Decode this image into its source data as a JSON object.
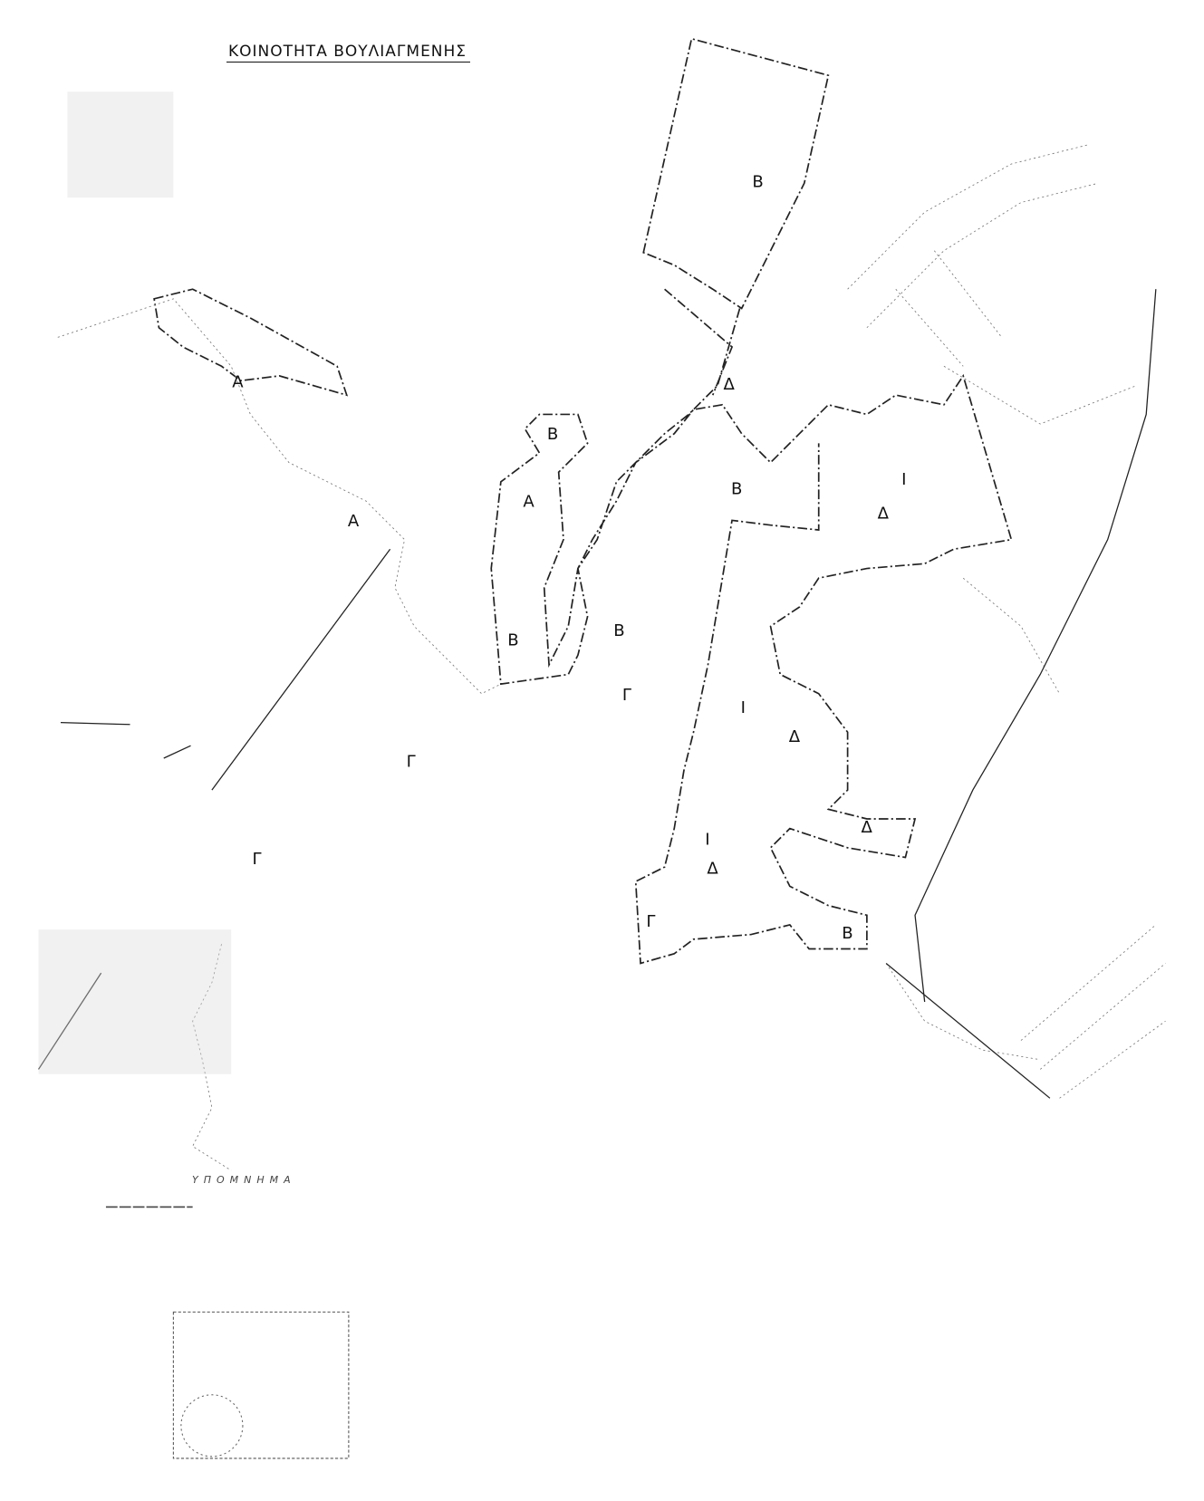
{
  "map": {
    "title": "ΚΟΙΝΟΤΗΤΑ ΒΟΥΛΙΑΓΜΕΝΗΣ",
    "legend_title": "ΥΠΟΜΝΗΜΑ",
    "zone_labels": [
      "Β",
      "Δ",
      "Β",
      "Α",
      "Β",
      "Ι",
      "Δ",
      "Β",
      "Β",
      "Γ",
      "Ι",
      "Δ",
      "Γ",
      "Γ",
      "Ι",
      "Δ",
      "Γ",
      "Β",
      "Δ",
      "Α",
      "Α"
    ],
    "stamp": "official stamp block (illegible)"
  }
}
